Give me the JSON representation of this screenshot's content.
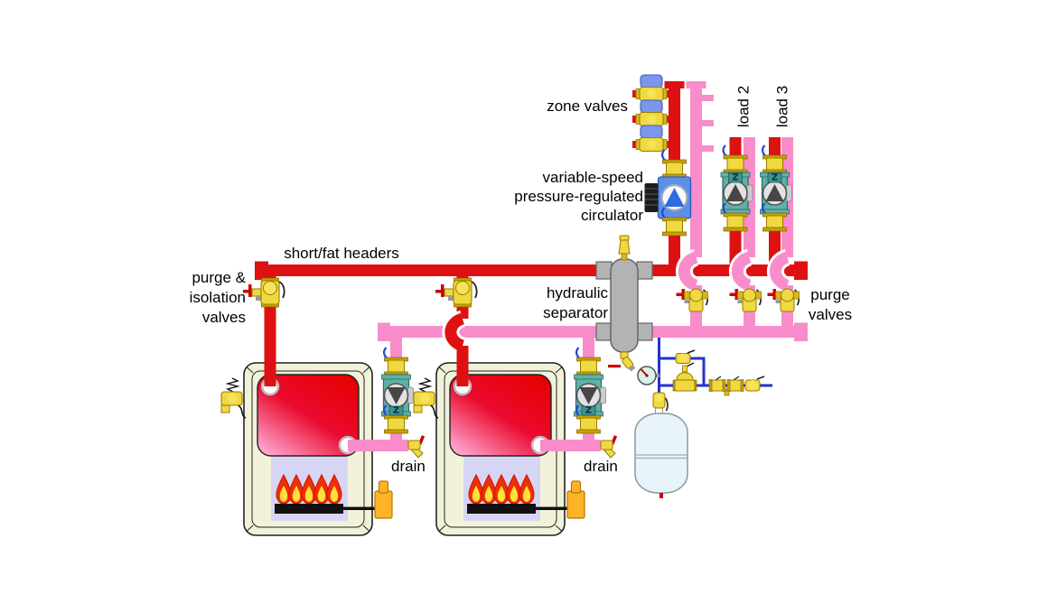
{
  "diagram": {
    "labels": {
      "zone_valves": "zone valves",
      "vs_circulator": {
        "line1": "variable-speed",
        "line2": "pressure-regulated",
        "line3": "circulator"
      },
      "short_fat_headers": "short/fat headers",
      "purge_isolation": {
        "line1": "purge &",
        "line2": "isolation",
        "line3": "valves"
      },
      "hydraulic_separator": {
        "line1": "hydraulic",
        "line2": "separator"
      },
      "purge_valves": {
        "line1": "purge",
        "line2": "valves"
      },
      "load_2": "load 2",
      "load_3": "load 3",
      "drain_boiler_1": "drain",
      "drain_boiler_2": "drain",
      "pump_marking": "Z"
    },
    "colors": {
      "supply_pipe_red": "#dd1111",
      "return_pipe_pink": "#f98ccb",
      "cold_water_pipe_blue": "#2233cc",
      "brass_yellow": "#f0d840",
      "circulator_teal": "#5fb0a8",
      "vs_circulator_blue": "#5b8fe8",
      "zone_valve_actuator_blue": "#7b96ea",
      "separator_gray": "#b3b3b3",
      "boiler_casing_ivory": "#f2f2da",
      "heat_exchanger_red": "#e60000",
      "combustion_chamber_lavender": "#d6d6f4",
      "flame_red": "#f03000",
      "flame_yellow": "#ffe040",
      "gas_valve_orange": "#ffb327",
      "expansion_tank_fill": "#e8f4fa",
      "background": "#ffffff"
    }
  }
}
